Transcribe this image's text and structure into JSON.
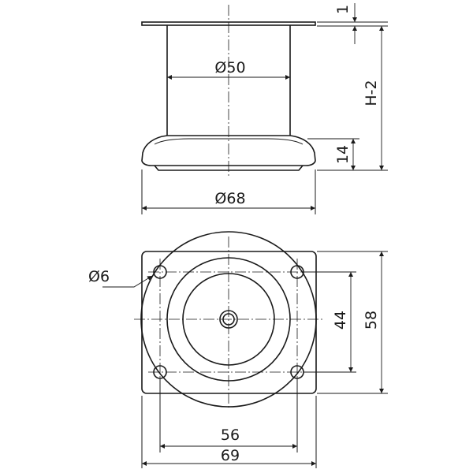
{
  "side_view": {
    "plate_thickness": "1",
    "tube_diameter": "Ø50",
    "height": "H-2",
    "base_height": "14",
    "base_diameter": "Ø68"
  },
  "top_view": {
    "hole_diameter": "Ø6",
    "hole_spacing_vertical": "44",
    "plate_height": "58",
    "hole_spacing_horizontal": "56",
    "plate_width": "69"
  }
}
